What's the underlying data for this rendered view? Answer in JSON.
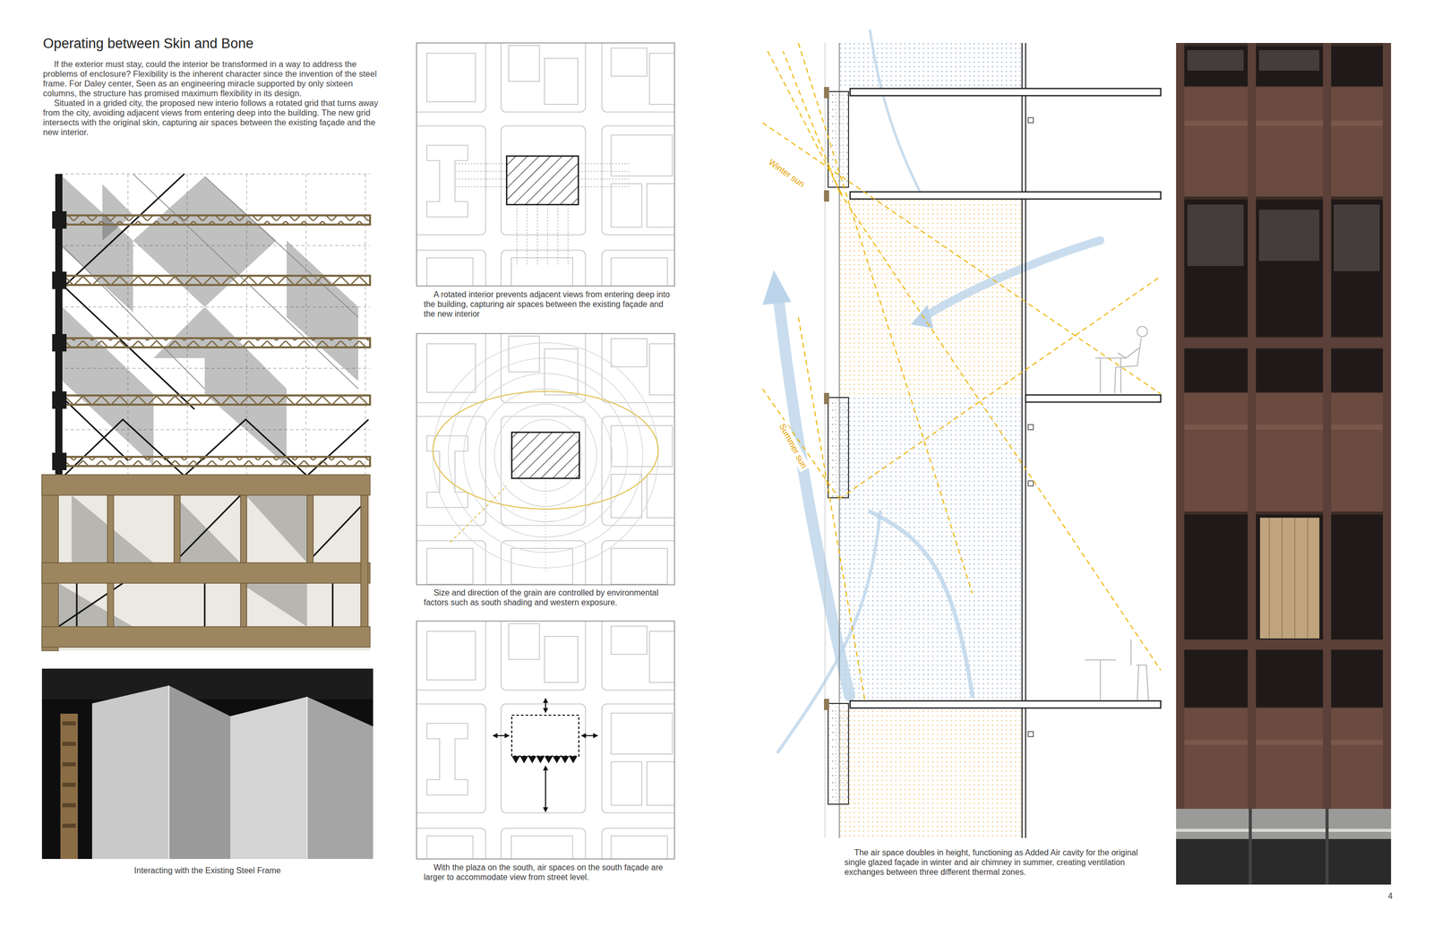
{
  "diagram": {
    "title": "Operating between Skin and Bone",
    "labels": [
      "If the exterior must stay, could the interior be transformed in a way to address the problems of enclosure? Flexibility is the inherent character since the invention of the steel frame. For Daley center, Seen as an engineering miracle supported by only sixteen columns, the structure has promised maximum flexibility in its design.",
      "Situated in a grided city, the proposed new interio follows a rotated grid that turns away from the city, avoiding adjacent views from entering deep into the building. The new grid intersects with the original skin, capturing air spaces between the existing façade and the new interior.",
      "Interacting with the Existing Steel Frame",
      "A rotated interior prevents adjacent views from entering deep into the building, capturing air spaces between the existing façade and the new interior",
      "Size and direction of the grain are controlled by environmental factors such as south shading and western exposure.",
      "With the plaza on the south, air spaces on the south façade are larger to accommodate view from street level.",
      "Winter sun",
      "Summer sun",
      "The air space doubles in height, functioning as Added Air cavity for the original single glazed façade in winter and air chimney in summer, creating ventilation exchanges between three different thermal zones.",
      "4"
    ]
  }
}
